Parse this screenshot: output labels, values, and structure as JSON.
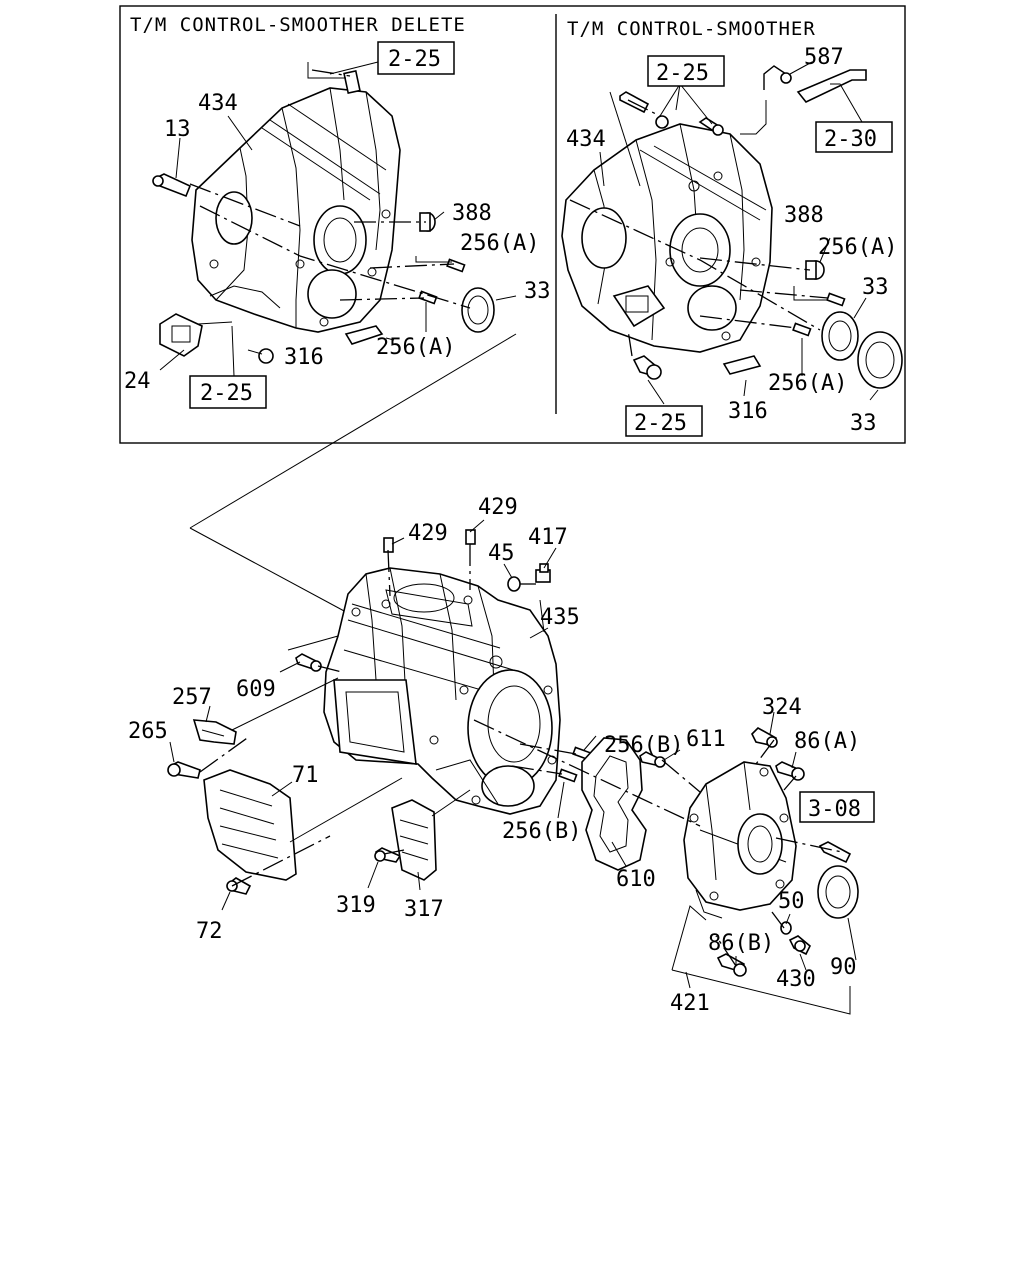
{
  "panels": {
    "left_title": "T/M CONTROL-SMOOTHER DELETE",
    "right_title": "T/M CONTROL-SMOOTHER"
  },
  "refs": {
    "l_2_25_top": "2-25",
    "l_2_25_bottom": "2-25",
    "r_2_25_top": "2-25",
    "r_2_30": "2-30",
    "r_2_25_bottom": "2-25",
    "main_3_08": "3-08"
  },
  "labels": {
    "l_434": "434",
    "l_13": "13",
    "l_388": "388",
    "l_256a_1": "256(A)",
    "l_33": "33",
    "l_316": "316",
    "l_256a_2": "256(A)",
    "l_24": "24",
    "r_587": "587",
    "r_434": "434",
    "r_388": "388",
    "r_256a_1": "256(A)",
    "r_33_1": "33",
    "r_256a_2": "256(A)",
    "r_316": "316",
    "r_33_2": "33",
    "m_429_a": "429",
    "m_429_b": "429",
    "m_45": "45",
    "m_417": "417",
    "m_435": "435",
    "m_609": "609",
    "m_257": "257",
    "m_265": "265",
    "m_71": "71",
    "m_72": "72",
    "m_319": "319",
    "m_317": "317",
    "m_256b_1": "256(B)",
    "m_256b_2": "256(B)",
    "m_611": "611",
    "m_610": "610",
    "m_324": "324",
    "m_86a": "86(A)",
    "m_50": "50",
    "m_86b": "86(B)",
    "m_430": "430",
    "m_90": "90",
    "m_421": "421"
  }
}
